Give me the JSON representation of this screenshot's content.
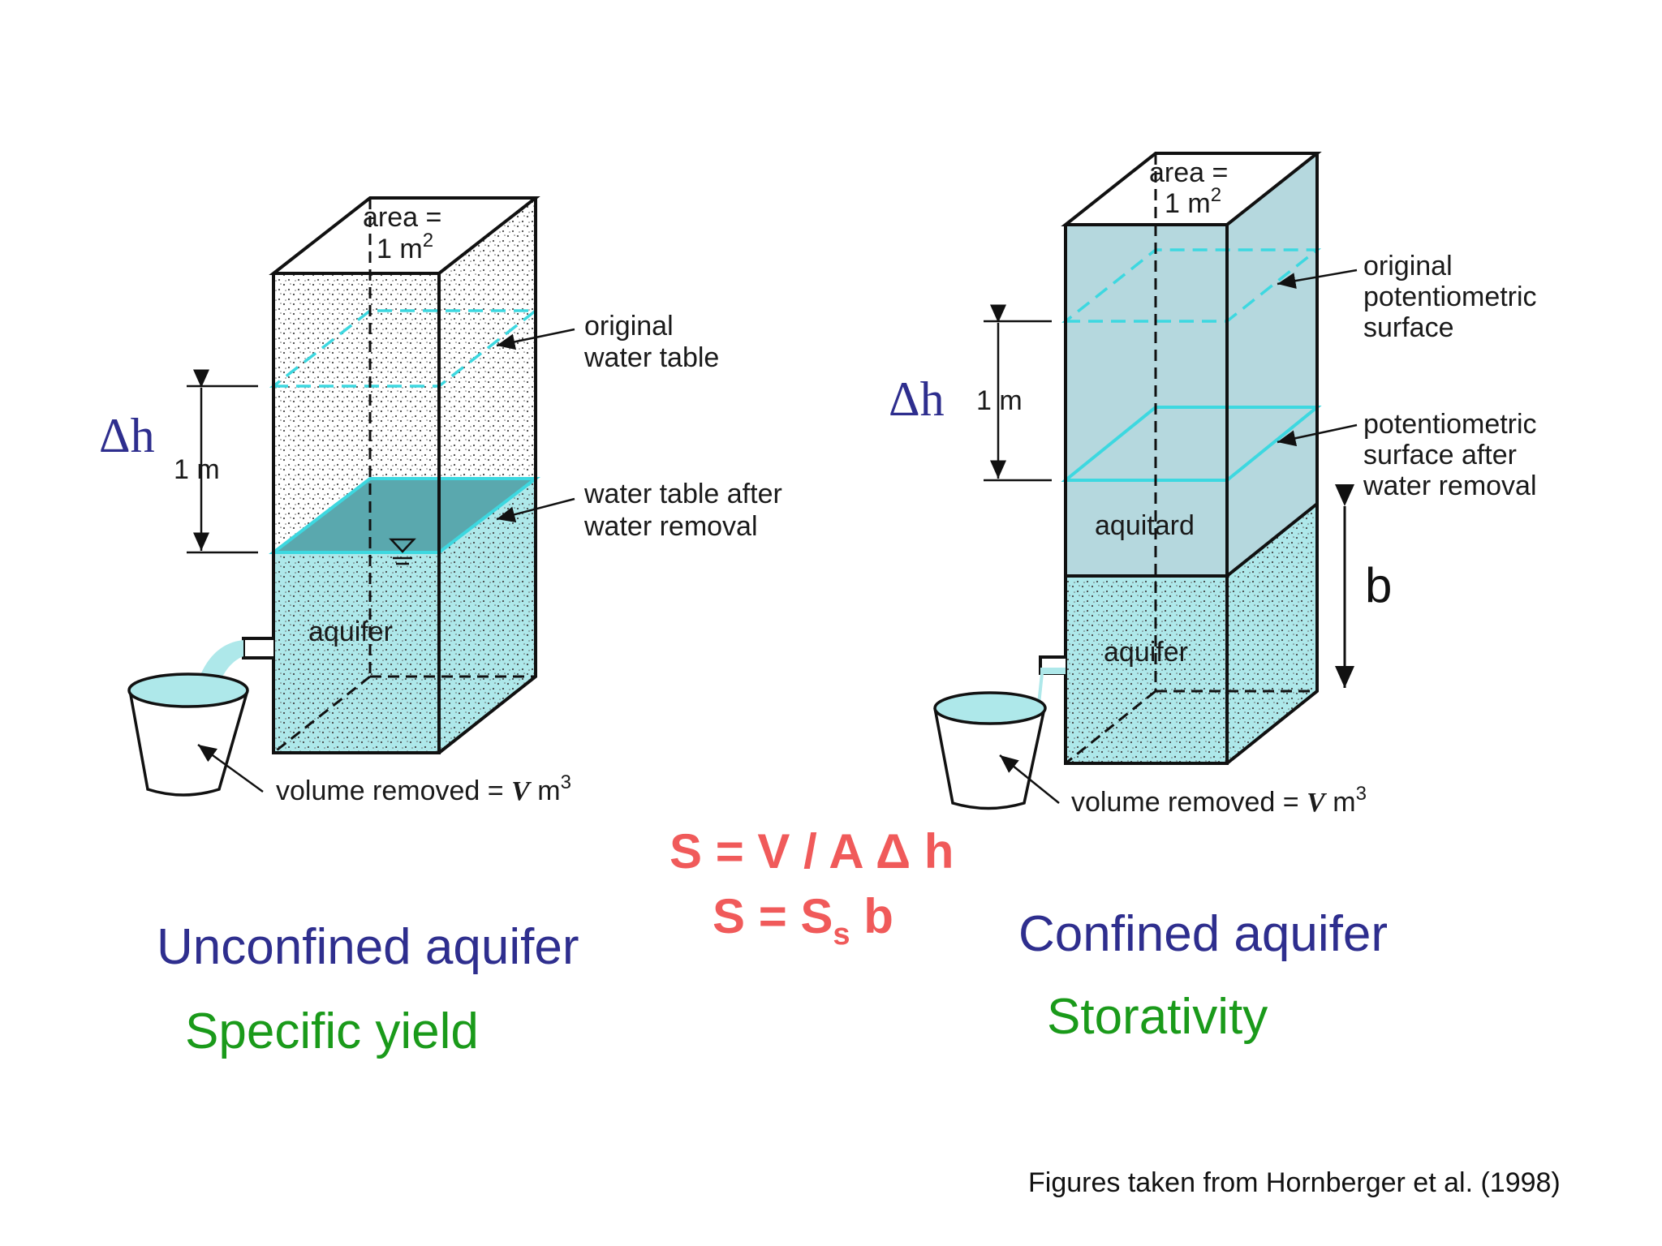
{
  "colors": {
    "water": "#aee8ea",
    "water_surface": "#3dd8e0",
    "lowered_surface_fill": "#5aa8ae",
    "aquitard": "#b5d8de",
    "formula": "#f05a5a",
    "title": "#2e2e8e",
    "subtitle": "#1a9a1a"
  },
  "left": {
    "area_line1": "area =",
    "area_line2": "1 m",
    "area_exp": "2",
    "delta": "Δh",
    "dist": "1 m",
    "orig_line1": "original",
    "orig_line2": "water table",
    "after_line1": "water table after",
    "after_line2": "water removal",
    "aquifer": "aquifer",
    "vol_text": "volume removed = ",
    "vol_var": "V",
    "vol_unit": " m",
    "vol_exp": "3",
    "title": "Unconfined aquifer",
    "subtitle": "Specific yield"
  },
  "right": {
    "area_line1": "area =",
    "area_line2": "1 m",
    "area_exp": "2",
    "delta": "Δh",
    "dist": "1 m",
    "orig_line1": "original",
    "orig_line2": "potentiometric",
    "orig_line3": "surface",
    "after_line1": "potentiometric",
    "after_line2": "surface after",
    "after_line3": "water removal",
    "aquitard": "aquitard",
    "aquifer": "aquifer",
    "b": "b",
    "vol_text": "volume removed = ",
    "vol_var": "V",
    "vol_unit": " m",
    "vol_exp": "3",
    "title": "Confined aquifer",
    "subtitle": "Storativity"
  },
  "formula": {
    "line1": "S = V / A Δ h",
    "line2_main": "S = S",
    "line2_sub": "s",
    "line2_tail": " b"
  },
  "source": "Figures taken from Hornberger et al. (1998)"
}
